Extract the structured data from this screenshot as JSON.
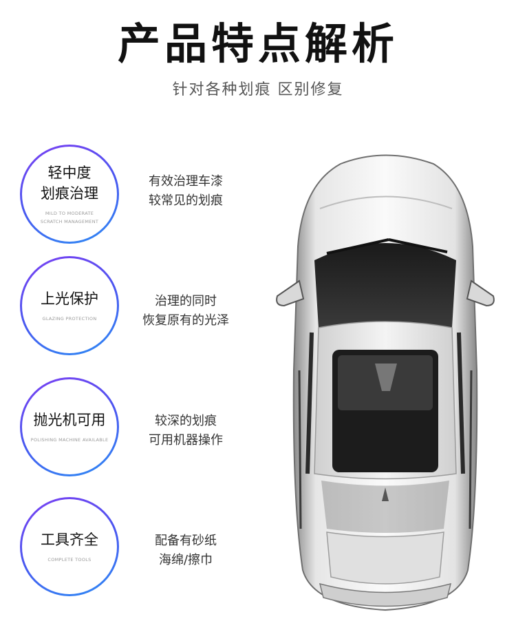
{
  "header": {
    "title": "产品特点解析",
    "subtitle": "针对各种划痕 区别修复"
  },
  "features": [
    {
      "title_lines": [
        "轻中度",
        "划痕治理"
      ],
      "en_lines": [
        "MILD TO MODERATE",
        "SCRATCH MANAGEMENT"
      ],
      "desc_lines": [
        "有效治理车漆",
        "较常见的划痕"
      ]
    },
    {
      "title_lines": [
        "上光保护"
      ],
      "en_lines": [
        "GLAZING PROTECTION"
      ],
      "desc_lines": [
        "治理的同时",
        "恢复原有的光泽"
      ]
    },
    {
      "title_lines": [
        "抛光机可用"
      ],
      "en_lines": [
        "POLISHING MACHINE AVAILABLE"
      ],
      "desc_lines": [
        "较深的划痕",
        "可用机器操作"
      ]
    },
    {
      "title_lines": [
        "工具齐全"
      ],
      "en_lines": [
        "COMPLETE TOOLS"
      ],
      "desc_lines": [
        "配备有砂纸",
        "海绵/擦巾"
      ]
    }
  ],
  "colors": {
    "ring_start": "#7b3ff2",
    "ring_end": "#2d8cf4"
  },
  "image": {
    "icon": "car-top-view-icon"
  }
}
